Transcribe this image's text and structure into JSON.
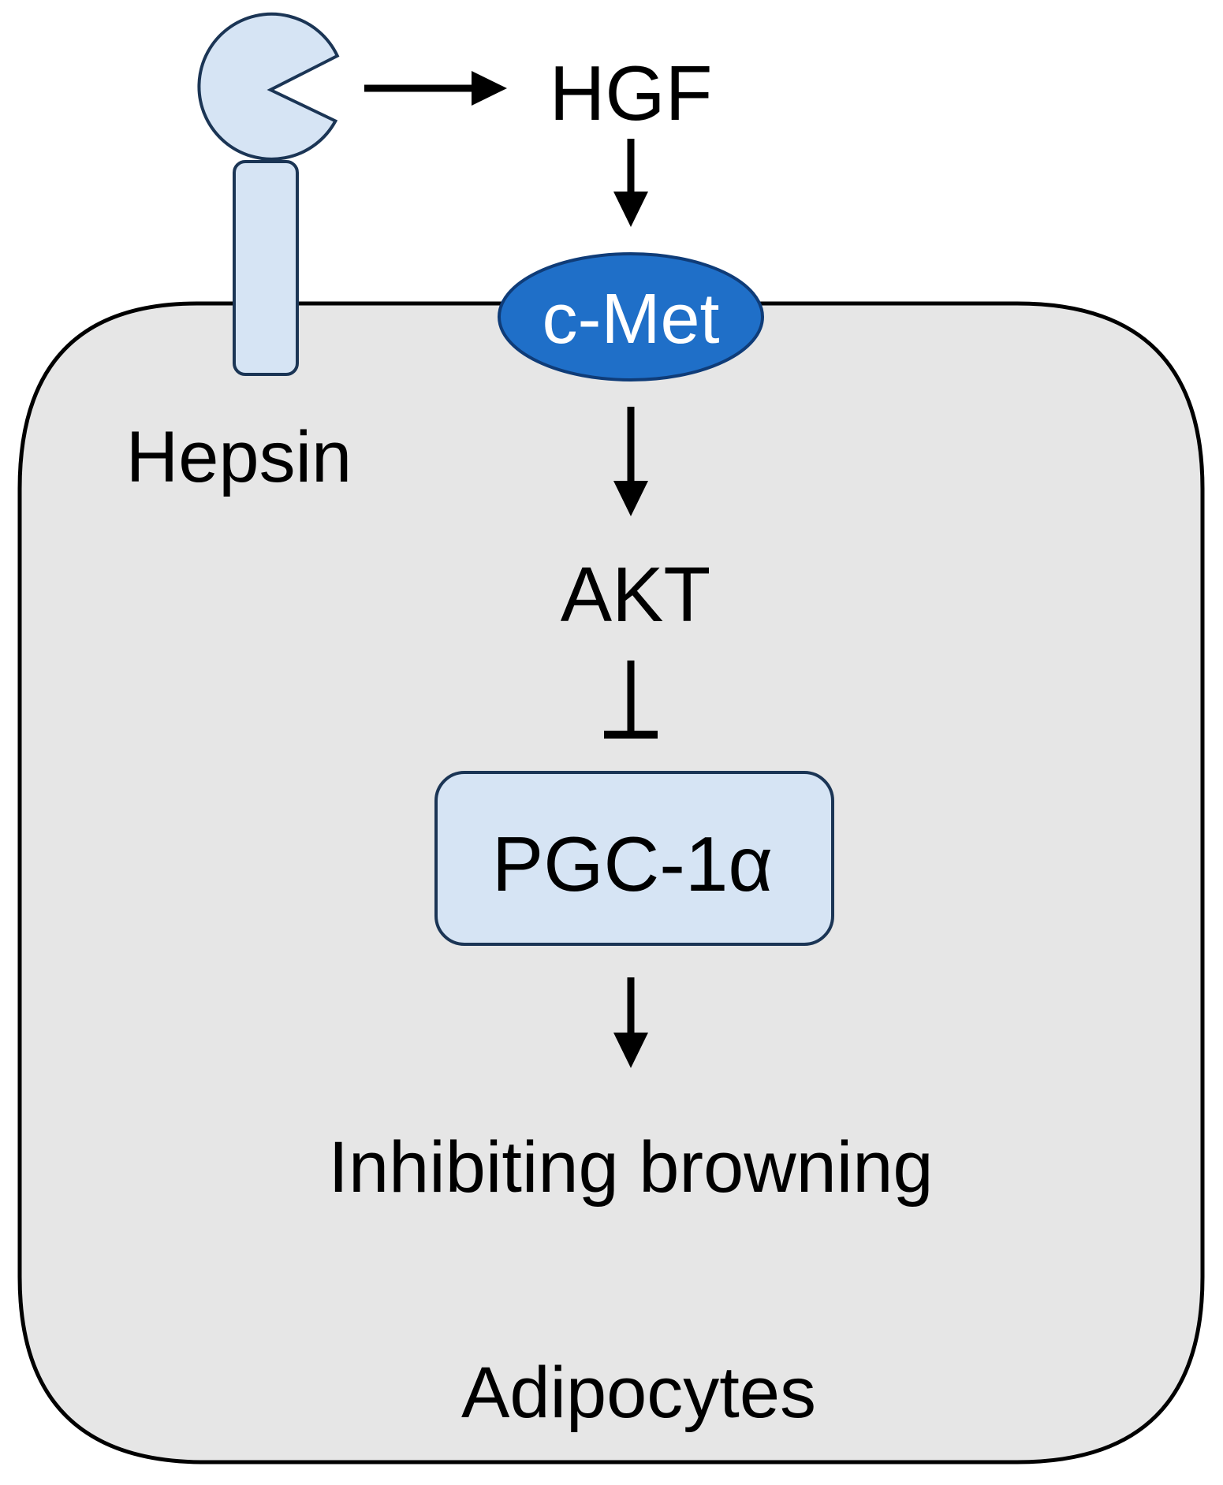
{
  "labels": {
    "hgf": "HGF",
    "cmet": "c-Met",
    "hepsin": "Hepsin",
    "akt": "AKT",
    "pgc1a": "PGC-1α",
    "outcome": "Inhibiting browning",
    "cell": "Adipocytes"
  },
  "colors": {
    "cell_fill": "#e6e6e6",
    "outline": "#000000",
    "hepsin_fill": "#d6e4f4",
    "hepsin_stroke": "#1b3555",
    "cmet_fill": "#1f6fc8",
    "cmet_stroke": "#0f3c78",
    "cmet_text": "#ffffff",
    "pgc_fill": "#d6e4f4",
    "pgc_stroke": "#1b3555"
  },
  "edges": [
    {
      "from": "hepsin",
      "to": "hgf",
      "type": "activation"
    },
    {
      "from": "hgf",
      "to": "c-Met",
      "type": "activation"
    },
    {
      "from": "c-Met",
      "to": "AKT",
      "type": "activation"
    },
    {
      "from": "AKT",
      "to": "PGC-1α",
      "type": "inhibition"
    },
    {
      "from": "PGC-1α",
      "to": "Inhibiting browning",
      "type": "activation"
    }
  ]
}
